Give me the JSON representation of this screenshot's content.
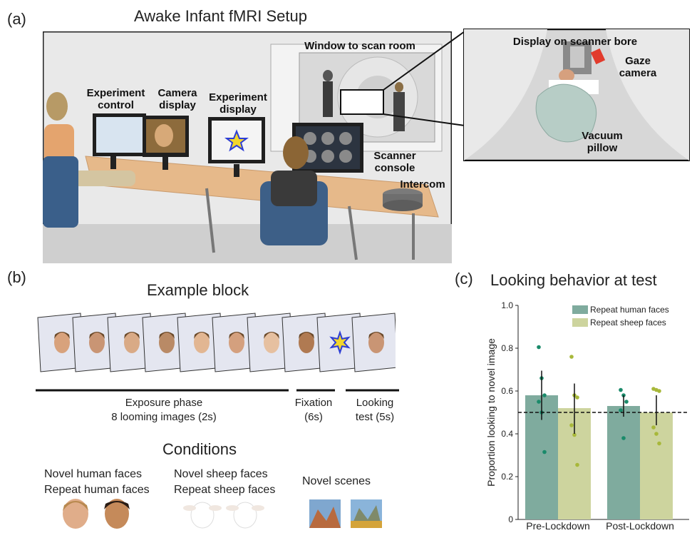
{
  "panel_a": {
    "letter": "(a)",
    "title": "Awake Infant fMRI Setup",
    "labels": {
      "experiment_control": "Experiment control",
      "camera_display": "Camera display",
      "experiment_display": "Experiment display",
      "window_to_scan_room": "Window to scan room",
      "scanner_console": "Scanner console",
      "intercom": "Intercom"
    },
    "inset": {
      "display_on_bore": "Display on scanner bore",
      "gaze_camera": "Gaze camera",
      "vacuum_pillow": "Vacuum pillow"
    }
  },
  "panel_b": {
    "letter": "(b)",
    "title": "Example block",
    "exposure_line1": "Exposure phase",
    "exposure_line2": "8 looming images (2s)",
    "fixation_line1": "Fixation",
    "fixation_line2": "(6s)",
    "looking_line1": "Looking",
    "looking_line2": "test (5s)",
    "conditions_title": "Conditions",
    "conditions": {
      "novel_human": "Novel human faces",
      "repeat_human": "Repeat human faces",
      "novel_sheep": "Novel sheep faces",
      "repeat_sheep": "Repeat sheep faces",
      "novel_scenes": "Novel scenes"
    }
  },
  "panel_c": {
    "letter": "(c)",
    "title": "Looking behavior at test"
  },
  "chart_data": {
    "type": "bar",
    "title": "Looking behavior at test",
    "ylabel": "Proportion looking to novel image",
    "ylim": [
      0,
      1.0
    ],
    "yticks": [
      "0",
      "0.2",
      "0.4",
      "0.6",
      "0.8",
      "1.0"
    ],
    "categories": [
      "Pre-Lockdown",
      "Post-Lockdown"
    ],
    "reference_line": 0.5,
    "legend_position": "top-right",
    "series": [
      {
        "name": "Repeat human faces",
        "color": "#7fab9e",
        "point_color": "#1a8a6a",
        "values": [
          0.58,
          0.53
        ],
        "error": [
          [
            0.465,
            0.695
          ],
          [
            0.48,
            0.58
          ]
        ],
        "points": [
          [
            0.805,
            0.66,
            0.58,
            0.55,
            0.5,
            0.315
          ],
          [
            0.605,
            0.58,
            0.55,
            0.51,
            0.38
          ]
        ]
      },
      {
        "name": "Repeat sheep faces",
        "color": "#cdd49e",
        "point_color": "#a8b83a",
        "values": [
          0.52,
          0.5
        ],
        "error": [
          [
            0.4,
            0.635
          ],
          [
            0.44,
            0.58
          ]
        ],
        "points": [
          [
            0.76,
            0.58,
            0.57,
            0.44,
            0.395,
            0.255
          ],
          [
            0.61,
            0.605,
            0.6,
            0.43,
            0.4,
            0.355
          ]
        ]
      }
    ]
  }
}
